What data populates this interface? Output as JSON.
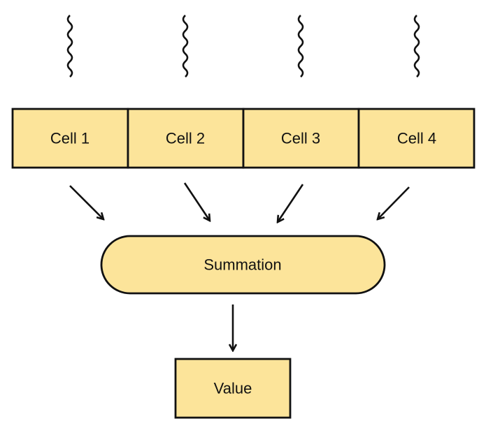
{
  "cells": [
    {
      "label": "Cell 1"
    },
    {
      "label": "Cell 2"
    },
    {
      "label": "Cell 3"
    },
    {
      "label": "Cell 4"
    }
  ],
  "summation": {
    "label": "Summation"
  },
  "output": {
    "label": "Value"
  },
  "colors": {
    "fill": "#fce49a",
    "stroke": "#111111"
  }
}
